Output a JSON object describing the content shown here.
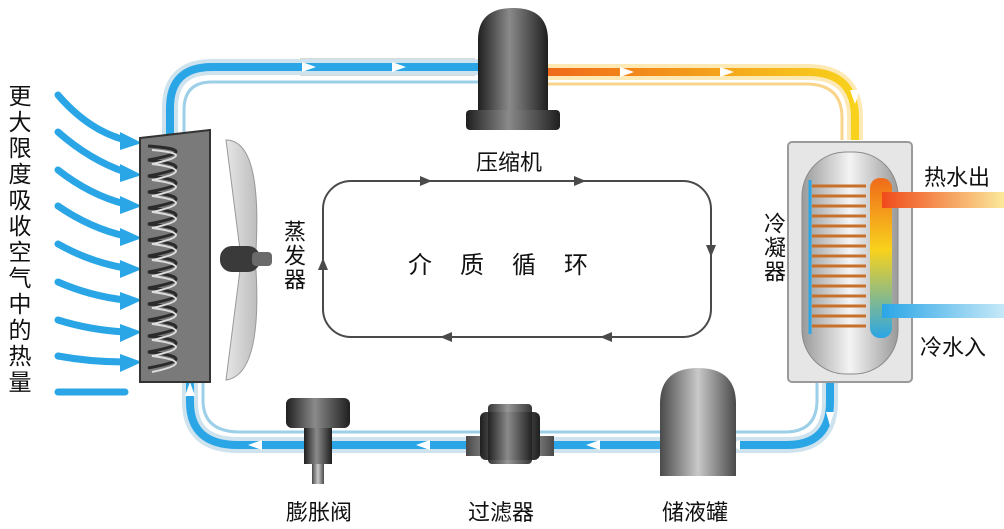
{
  "left_caption": "更大限度吸收空气中的热量",
  "components": {
    "compressor": "压缩机",
    "evaporator": "蒸发器",
    "condenser": "冷凝器",
    "expansion_valve": "膨胀阀",
    "filter": "过滤器",
    "receiver": "储液罐"
  },
  "cycle_label": "介质循环",
  "hot_water_out": "热水出",
  "cold_water_in": "冷水入",
  "colors": {
    "cold_pipe": "#2aa6e6",
    "hot_pipe": "#f5a21e",
    "loop_line": "#4a4a4a",
    "metal": "#3a3a3a"
  }
}
